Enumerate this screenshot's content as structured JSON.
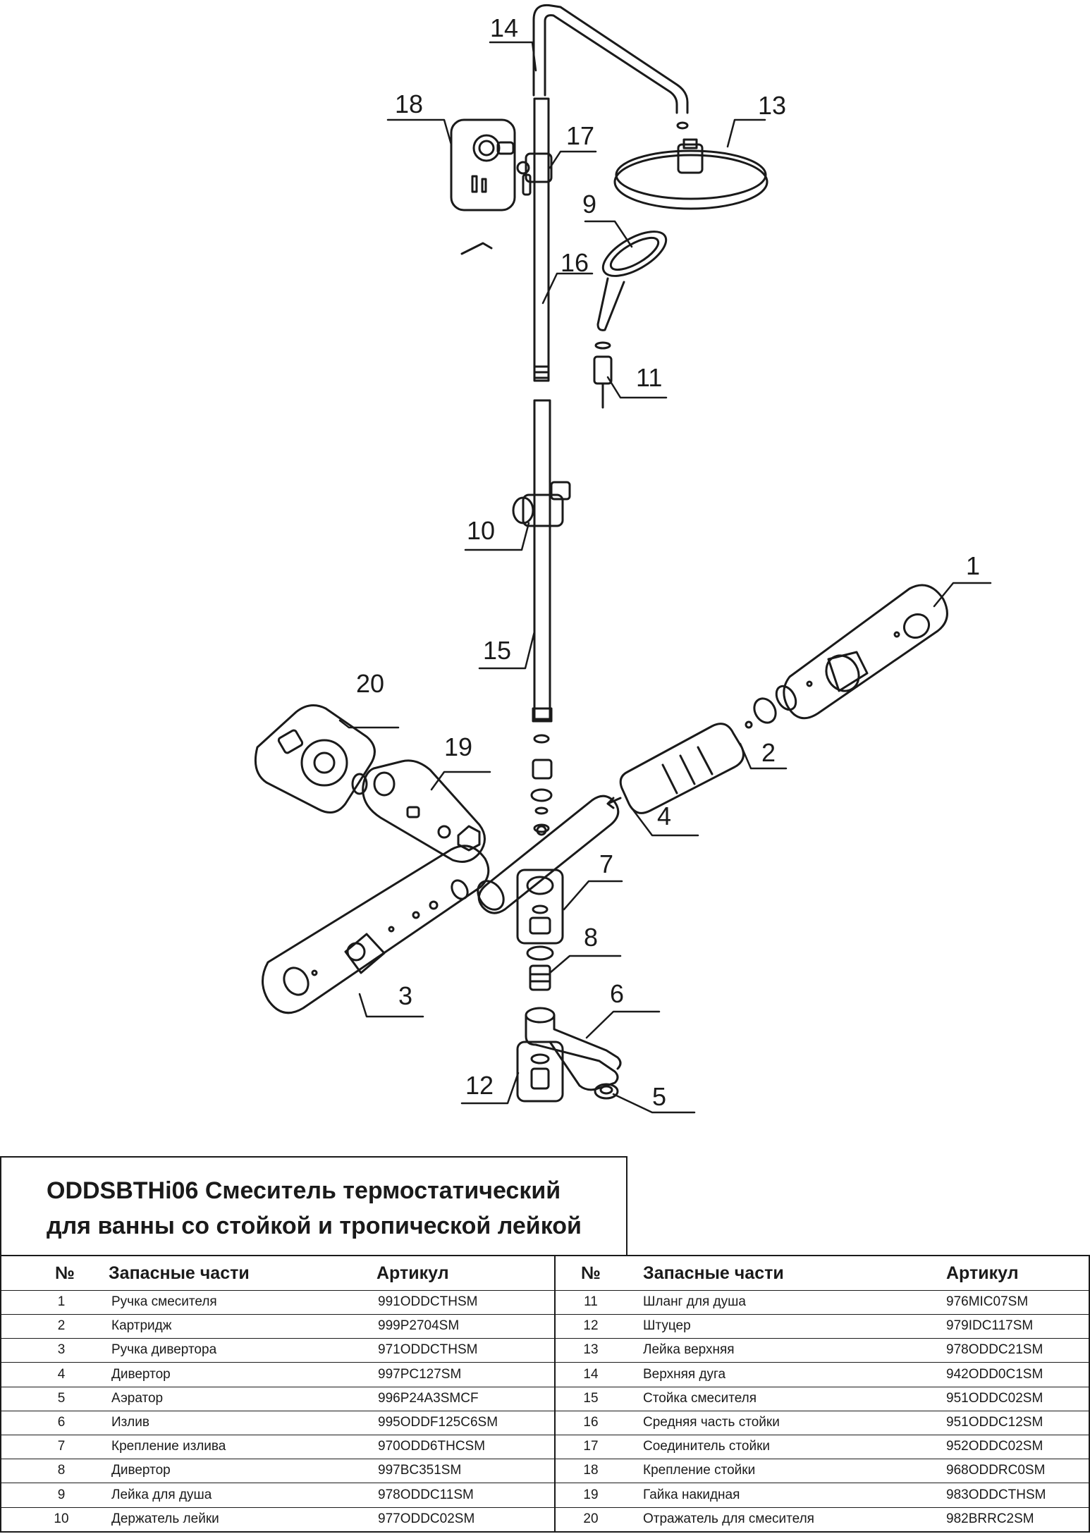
{
  "diagram": {
    "callouts": [
      "1",
      "2",
      "3",
      "4",
      "5",
      "6",
      "7",
      "8",
      "9",
      "10",
      "11",
      "12",
      "13",
      "14",
      "15",
      "16",
      "17",
      "18",
      "19",
      "20"
    ]
  },
  "title": {
    "line1": "ODDSBTHi06 Смеситель термостатический",
    "line2": "для ванны со стойкой и тропической лейкой"
  },
  "table": {
    "headers": {
      "num": "№",
      "part": "Запасные части",
      "article": "Артикул"
    },
    "left": [
      {
        "num": "1",
        "part": "Ручка смесителя",
        "article": "991ODDCTHSM"
      },
      {
        "num": "2",
        "part": "Картридж",
        "article": "999P2704SM"
      },
      {
        "num": "3",
        "part": "Ручка дивертора",
        "article": "971ODDCTHSM"
      },
      {
        "num": "4",
        "part": "Дивертор",
        "article": "997PC127SM"
      },
      {
        "num": "5",
        "part": "Аэратор",
        "article": "996P24A3SMCF"
      },
      {
        "num": "6",
        "part": "Излив",
        "article": "995ODDF125C6SM"
      },
      {
        "num": "7",
        "part": "Крепление излива",
        "article": "970ODD6THCSM"
      },
      {
        "num": "8",
        "part": "Дивертор",
        "article": "997BC351SM"
      },
      {
        "num": "9",
        "part": "Лейка для душа",
        "article": "978ODDC11SM"
      },
      {
        "num": "10",
        "part": "Держатель лейки",
        "article": "977ODDC02SM"
      }
    ],
    "right": [
      {
        "num": "11",
        "part": "Шланг для душа",
        "article": "976MIC07SM"
      },
      {
        "num": "12",
        "part": "Штуцер",
        "article": "979IDC117SM"
      },
      {
        "num": "13",
        "part": "Лейка верхняя",
        "article": "978ODDC21SM"
      },
      {
        "num": "14",
        "part": "Верхняя дуга",
        "article": "942ODD0C1SM"
      },
      {
        "num": "15",
        "part": "Стойка смесителя",
        "article": "951ODDC02SM"
      },
      {
        "num": "16",
        "part": "Средняя часть стойки",
        "article": "951ODDC12SM"
      },
      {
        "num": "17",
        "part": "Соединитель стойки",
        "article": "952ODDC02SM"
      },
      {
        "num": "18",
        "part": "Крепление стойки",
        "article": "968ODDRC0SM"
      },
      {
        "num": "19",
        "part": "Гайка накидная",
        "article": "983ODDCTHSM"
      },
      {
        "num": "20",
        "part": "Отражатель для смесителя",
        "article": "982BRRC2SM"
      }
    ]
  }
}
